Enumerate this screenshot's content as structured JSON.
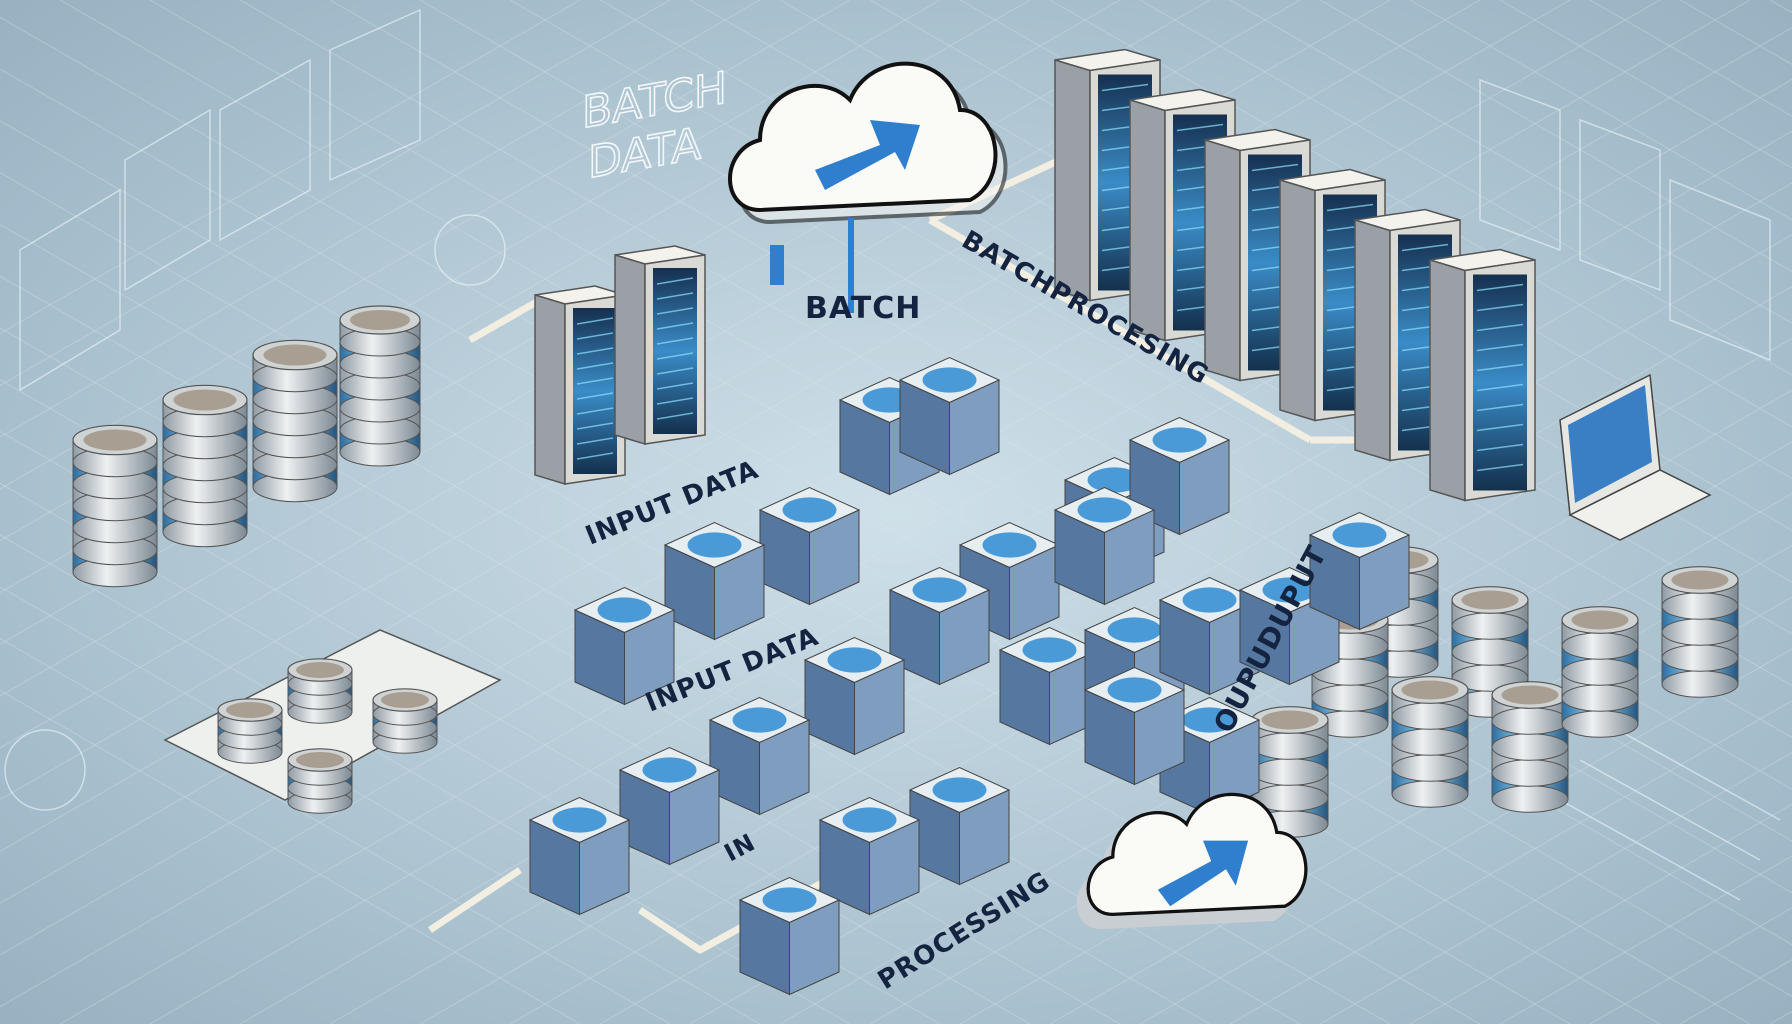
{
  "labels": {
    "batch_data_line1": "BATCH",
    "batch_data_line2": "DATA",
    "batch": "BATCH",
    "batch_processing": "BATCHPROCESING",
    "input_data_1": "INPUT DATA",
    "input_data_2": "INPUT DATA",
    "in_fragment": "IN",
    "processing": "PROCESSING",
    "output": "OUPUDUPUT"
  },
  "icons": [
    "cloud-upload-icon",
    "cloud-upload-icon",
    "server-rack-icon",
    "database-cylinder-icon",
    "data-cube-icon",
    "laptop-icon",
    "flow-arrow-icon"
  ],
  "colors": {
    "background": "#b9cdd8",
    "accent_blue": "#2f7fce",
    "label_text": "#14233f",
    "server_body": "#e8e8e4",
    "server_screen": "#1d3a5a"
  }
}
